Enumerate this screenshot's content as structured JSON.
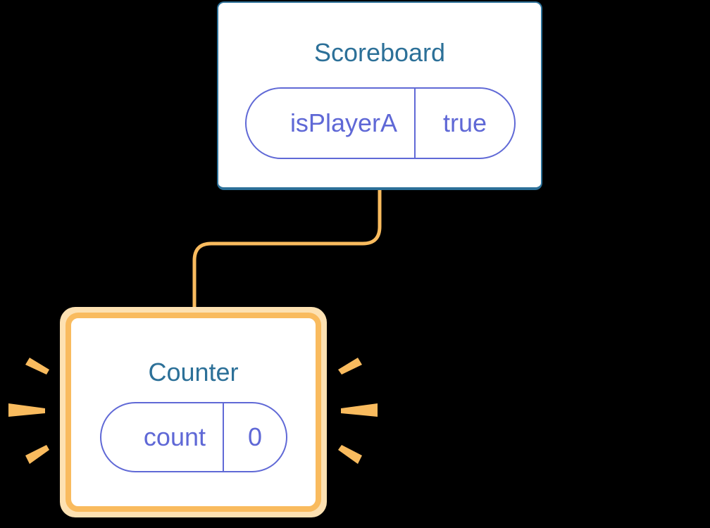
{
  "diagram": {
    "parent": {
      "name": "Scoreboard",
      "state": {
        "key": "isPlayerA",
        "value": "true"
      }
    },
    "child": {
      "name": "Counter",
      "highlighted": true,
      "state": {
        "key": "count",
        "value": "0"
      }
    },
    "colors": {
      "background": "#000000",
      "parent_border": "#2c7098",
      "title_text": "#2c7098",
      "state_text": "#5f68d6",
      "highlight": "#f9bb5e",
      "highlight_halo": "#fde1b2",
      "connector": "#f9bb5e"
    }
  }
}
